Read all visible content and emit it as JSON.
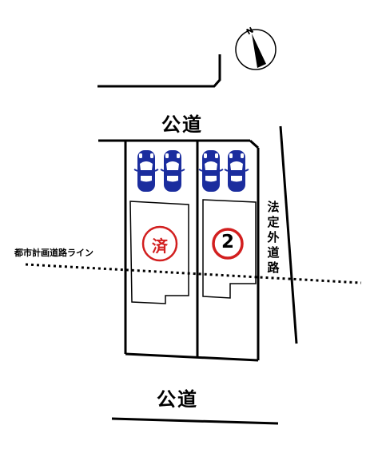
{
  "labels": {
    "road_top": "公道",
    "road_bottom": "公道",
    "city_plan_road_line": "都市計画道路ライン",
    "extra_legal_road": "法定外道路",
    "compass_north": "N"
  },
  "lots": [
    {
      "id": "lot-1",
      "stamp": "済",
      "stamp_color": "#d21f1f"
    },
    {
      "id": "lot-2",
      "stamp": "2",
      "stamp_color": "#d21f1f"
    }
  ],
  "colors": {
    "car_body": "#1b2d9e",
    "stamp_red": "#d21f1f",
    "line": "#000000"
  },
  "parking": {
    "cars_per_lot": 2,
    "icon": "car-icon"
  }
}
